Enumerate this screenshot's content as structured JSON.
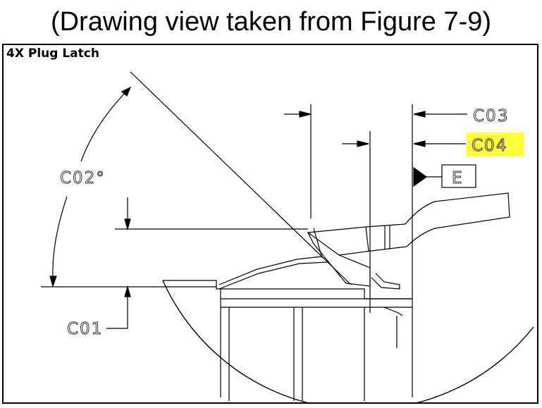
{
  "caption": "(Drawing view taken from Figure 7-9)",
  "view": {
    "title": "4X Plug Latch",
    "labels": {
      "c01": "C01",
      "c02": "C02°",
      "c03": "C03",
      "c04": "C04",
      "datum": "E"
    },
    "highlight_color": "#ffff40"
  }
}
